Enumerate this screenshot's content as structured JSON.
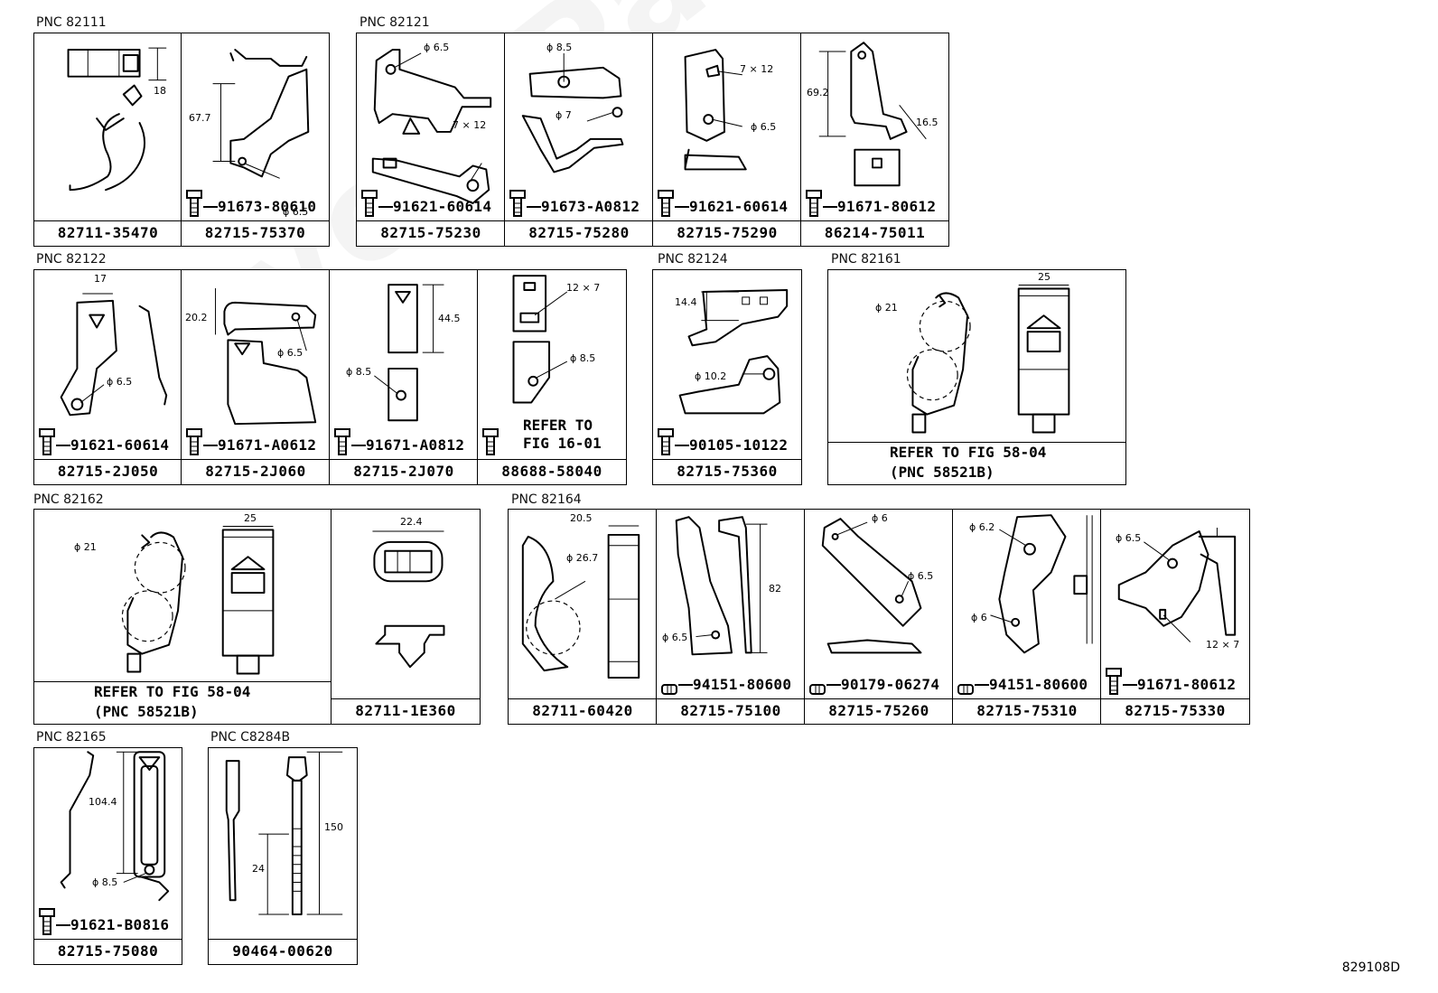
{
  "watermark": "ToyotaPartsMine.ru",
  "footer_id": "829108D",
  "groups": [
    {
      "pnc": "PNC 82111",
      "cells": [
        {
          "part": "82711-35470",
          "dims": [
            "18"
          ]
        },
        {
          "part": "82715-75370",
          "bolt": "91673-80610",
          "dims": [
            "67.7",
            "ϕ 6.5"
          ]
        }
      ]
    },
    {
      "pnc": "PNC 82121",
      "cells": [
        {
          "part": "82715-75230",
          "bolt": "91621-60614",
          "dims": [
            "ϕ 6.5",
            "7 × 12"
          ]
        },
        {
          "part": "82715-75280",
          "bolt": "91673-A0812",
          "dims": [
            "ϕ 8.5",
            "ϕ 7"
          ]
        },
        {
          "part": "82715-75290",
          "bolt": "91621-60614",
          "dims": [
            "7 × 12",
            "ϕ 6.5"
          ]
        },
        {
          "part": "86214-75011",
          "bolt": "91671-80612",
          "dims": [
            "69.2",
            "16.5"
          ]
        }
      ]
    },
    {
      "pnc": "PNC 82122",
      "cells": [
        {
          "part": "82715-2J050",
          "bolt": "91621-60614",
          "dims": [
            "17",
            "ϕ 6.5"
          ]
        },
        {
          "part": "82715-2J060",
          "bolt": "91671-A0612",
          "dims": [
            "20.2",
            "ϕ 6.5"
          ]
        },
        {
          "part": "82715-2J070",
          "bolt": "91671-A0812",
          "dims": [
            "44.5",
            "ϕ 8.5"
          ]
        },
        {
          "part": "88688-58040",
          "refer": "REFER TO\nFIG 16-01",
          "dims": [
            "12 × 7",
            "ϕ 8.5"
          ]
        }
      ]
    },
    {
      "pnc": "PNC 82124",
      "cells": [
        {
          "part": "82715-75360",
          "bolt": "90105-10122",
          "dims": [
            "14.4",
            "ϕ 10.2"
          ]
        }
      ]
    },
    {
      "pnc": "PNC 82161",
      "cells": [
        {
          "refer": "REFER TO FIG 58-04",
          "refer2": "(PNC 58521B)",
          "dims": [
            "ϕ 21",
            "25"
          ]
        }
      ]
    },
    {
      "pnc": "PNC 82162",
      "cells": [
        {
          "refer": "REFER TO FIG 58-04",
          "refer2": "(PNC 58521B)",
          "dims": [
            "ϕ 21",
            "25"
          ]
        },
        {
          "part": "82711-1E360",
          "dims": [
            "22.4"
          ]
        }
      ]
    },
    {
      "pnc": "PNC 82164",
      "cells": [
        {
          "part": "82711-60420",
          "dims": [
            "20.5",
            "ϕ 26.7"
          ]
        },
        {
          "part": "82715-75100",
          "bolt": "94151-80600",
          "dims": [
            "82",
            "ϕ 6.5"
          ]
        },
        {
          "part": "82715-75260",
          "bolt": "90179-06274",
          "dims": [
            "ϕ 6",
            "ϕ 6.5"
          ]
        },
        {
          "part": "82715-75310",
          "bolt": "94151-80600",
          "dims": [
            "ϕ 6.2",
            "ϕ 6"
          ]
        },
        {
          "part": "82715-75330",
          "bolt": "91671-80612",
          "dims": [
            "ϕ 6.5",
            "12 × 7"
          ]
        }
      ]
    },
    {
      "pnc": "PNC 82165",
      "cells": [
        {
          "part": "82715-75080",
          "bolt": "91621-B0816",
          "dims": [
            "104.4",
            "ϕ 8.5"
          ]
        }
      ]
    },
    {
      "pnc": "PNC C8284B",
      "cells": [
        {
          "part": "90464-00620",
          "dims": [
            "150",
            "24"
          ]
        }
      ]
    }
  ]
}
